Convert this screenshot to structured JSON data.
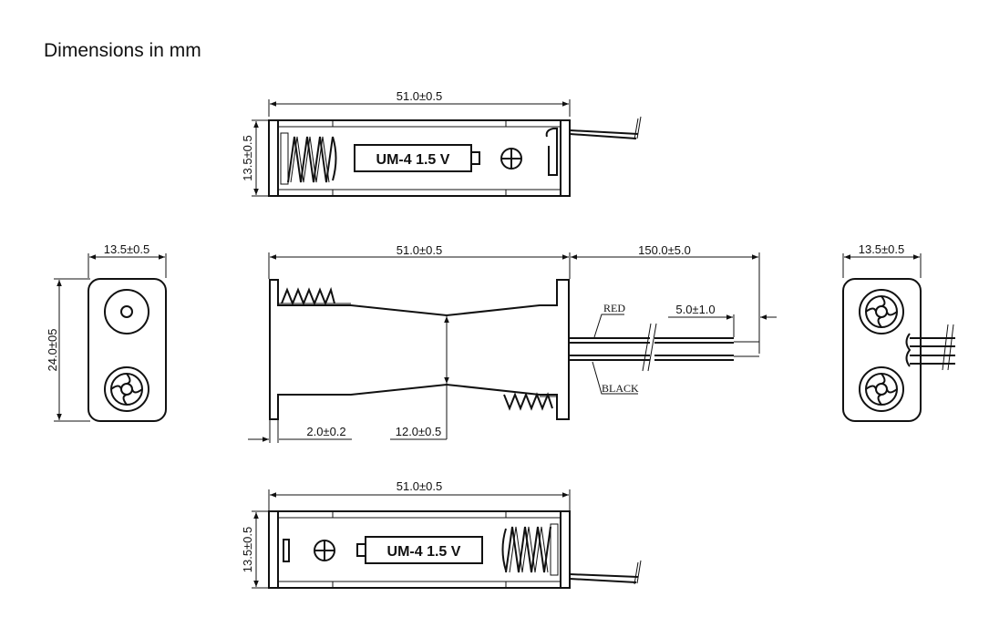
{
  "page": {
    "title": "Dimensions in mm"
  },
  "top_view": {
    "width_dim": "51.0±0.5",
    "height_dim": "13.5±0.5",
    "battery_label": "UM-4  1.5 V",
    "plus_symbol": "⊕"
  },
  "left_end_view": {
    "width_dim": "13.5±0.5",
    "height_dim": "24.0±05"
  },
  "side_view": {
    "width_dim": "51.0±0.5",
    "lead_length_dim": "150.0±5.0",
    "strip_dim": "5.0±1.0",
    "wall_dim": "2.0±0.2",
    "inner_height_dim": "12.0±0.5",
    "wire_red": "RED",
    "wire_black": "BLACK"
  },
  "right_end_view": {
    "width_dim": "13.5±0.5"
  },
  "bottom_view": {
    "width_dim": "51.0±0.5",
    "height_dim": "13.5±0.5",
    "battery_label": "UM-4  1.5 V",
    "plus_symbol": "⊕"
  }
}
